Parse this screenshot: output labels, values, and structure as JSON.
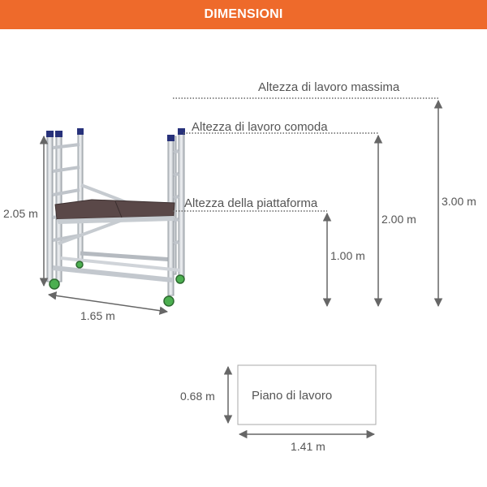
{
  "header": {
    "title": "DIMENSIONI"
  },
  "heights": {
    "max_label": "Altezza di lavoro massima",
    "max_value": "3.00 m",
    "comfort_label": "Altezza di lavoro comoda",
    "comfort_value": "2.00 m",
    "platform_label": "Altezza della piattaforma",
    "platform_value": "1.00 m"
  },
  "scaffold": {
    "height_value": "2.05 m",
    "length_value": "1.65 m"
  },
  "work_surface": {
    "label": "Piano di lavoro",
    "width_value": "1.41 m",
    "depth_value": "0.68 m"
  },
  "colors": {
    "header_bg": "#ee6a2b",
    "arrow": "#666666",
    "text": "#555555",
    "platform": "#5a4848",
    "wheel": "#4caf50",
    "cap": "#27317a"
  }
}
